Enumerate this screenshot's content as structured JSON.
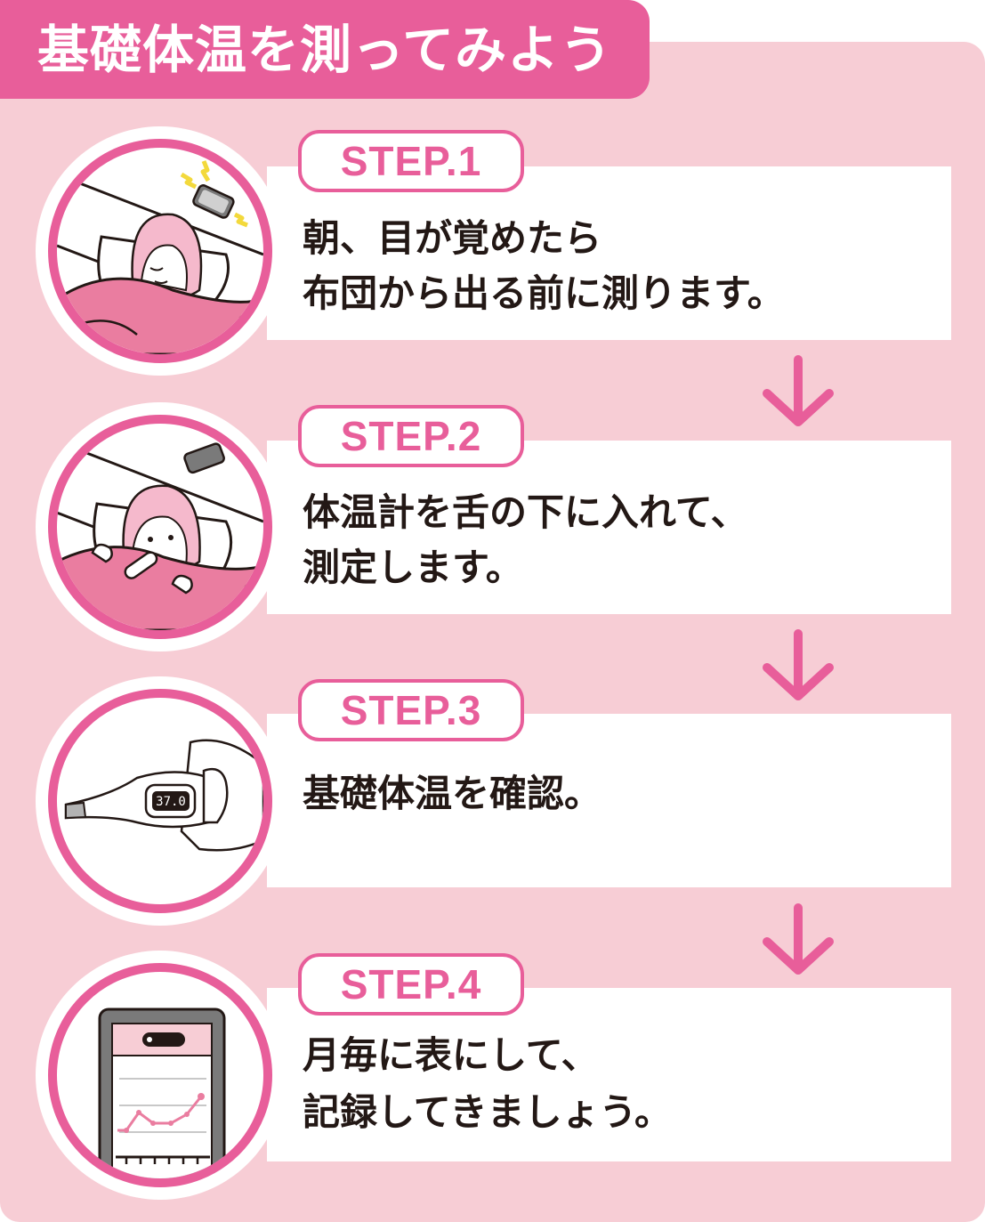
{
  "title": "基礎体温を測ってみよう",
  "colors": {
    "accent": "#E85E9A",
    "panel": "#F7CDD5",
    "text": "#231815",
    "blanket": "#EA7DA0",
    "hair": "#F5B9CC"
  },
  "steps": [
    {
      "label": "STEP.1",
      "lines": [
        "朝、目が覚めたら",
        "布団から出る前に測ります。"
      ],
      "illustration": "sleeping-woman-alarm-phone"
    },
    {
      "label": "STEP.2",
      "lines": [
        "体温計を舌の下に入れて、",
        "測定します。"
      ],
      "illustration": "woman-with-thermometer"
    },
    {
      "label": "STEP.3",
      "lines": [
        "基礎体温を確認。"
      ],
      "illustration": "hand-holding-thermometer",
      "thermometer_reading": "37.0"
    },
    {
      "label": "STEP.4",
      "lines": [
        "月毎に表にして、",
        "記録してきましょう。"
      ],
      "illustration": "phone-with-chart"
    }
  ],
  "arrows": [
    "arrow-down",
    "arrow-down",
    "arrow-down"
  ]
}
